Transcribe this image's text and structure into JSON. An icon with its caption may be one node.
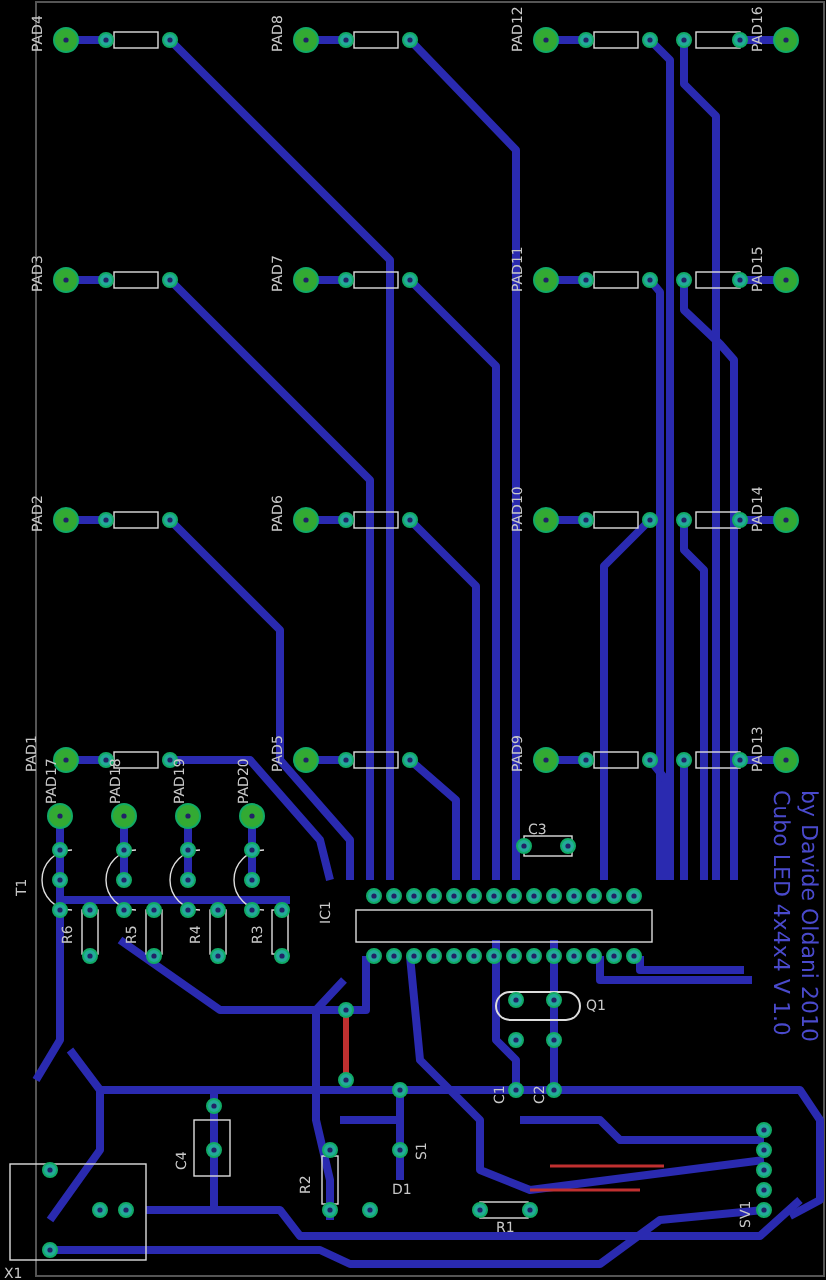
{
  "diagram": {
    "labels": [
      "PAD4",
      "PAD8",
      "PAD12",
      "PAD16",
      "PAD3",
      "PAD7",
      "PAD11",
      "PAD15",
      "PAD2",
      "PAD6",
      "PAD10",
      "PAD14",
      "PAD1",
      "PAD5",
      "PAD9",
      "PAD13",
      "PAD17",
      "PAD18",
      "PAD19",
      "PAD20",
      "T1",
      "R6",
      "R5",
      "R4",
      "R3",
      "IC1",
      "C3",
      "Q1",
      "C1",
      "C2",
      "S1",
      "C4",
      "R2",
      "D1",
      "R1",
      "X1",
      "SV1",
      "Cubo LED 4x4x4 V 1.0",
      "by Davide Oldani 2010"
    ]
  }
}
